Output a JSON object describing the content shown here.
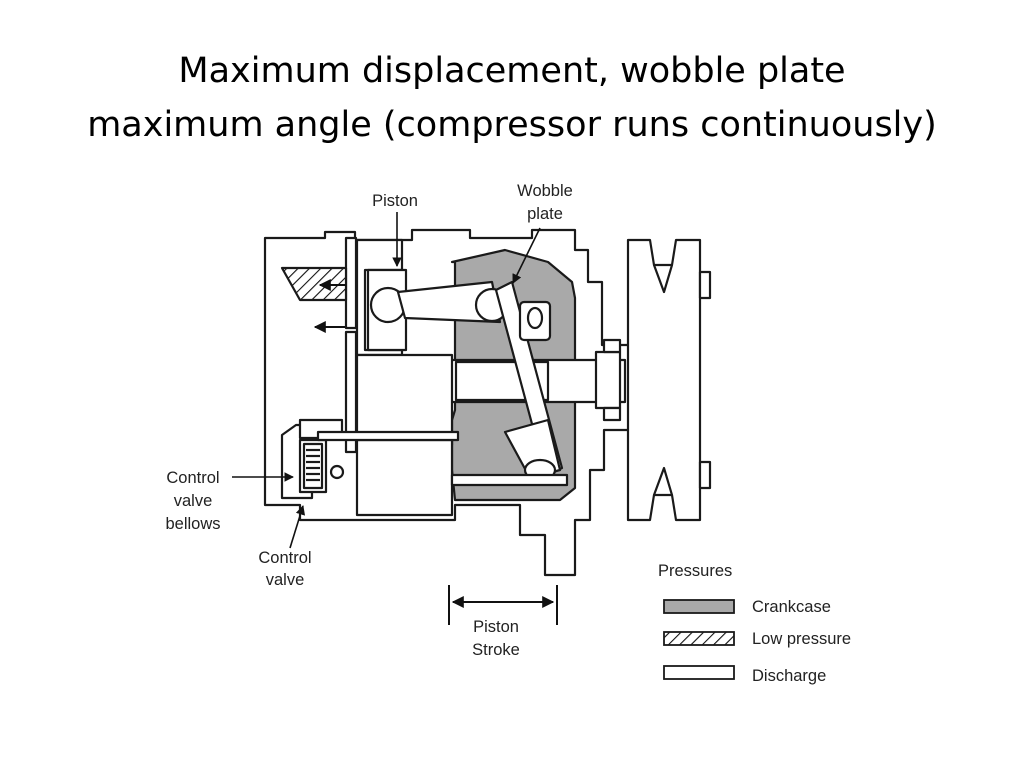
{
  "slide": {
    "title_line1": "Maximum displacement, wobble plate",
    "title_line2": "maximum angle (compressor runs continuously)"
  },
  "diagram": {
    "labels": {
      "piston": "Piston",
      "wobble_plate_line1": "Wobble",
      "wobble_plate_line2": "plate",
      "control_valve_bellows_line1": "Control",
      "control_valve_bellows_line2": "valve",
      "control_valve_bellows_line3": "bellows",
      "control_valve_line1": "Control",
      "control_valve_line2": "valve",
      "piston_stroke_line1": "Piston",
      "piston_stroke_line2": "Stroke"
    },
    "legend": {
      "title": "Pressures",
      "items": [
        {
          "label": "Crankcase",
          "fill": "#a9a9a9"
        },
        {
          "label": "Low pressure",
          "fill": "hatch"
        },
        {
          "label": "Discharge",
          "fill": "#ffffff"
        }
      ]
    },
    "colors": {
      "crankcase": "#a9a9a9",
      "line": "#1a1a1a"
    }
  }
}
